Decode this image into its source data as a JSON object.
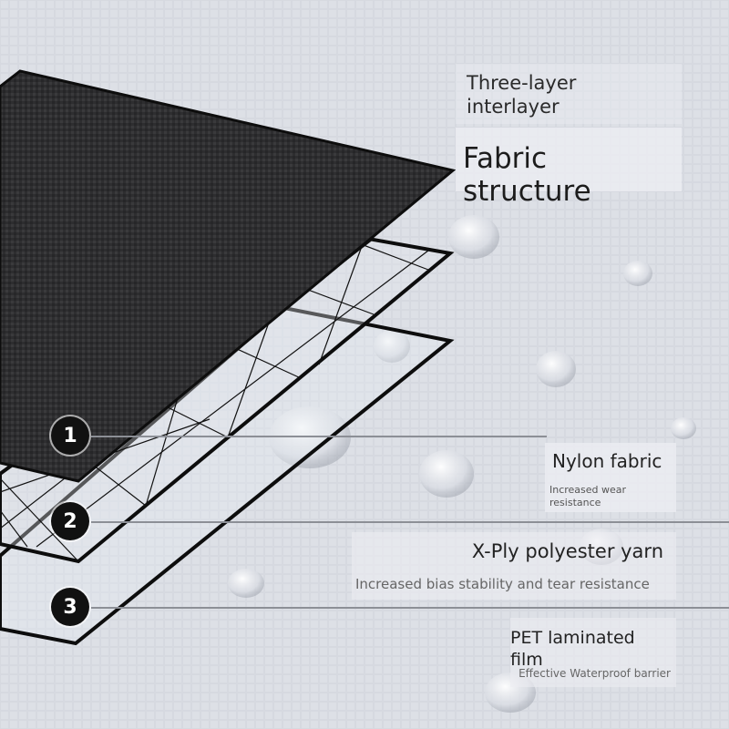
{
  "header": {
    "subtitle": "Three-layer\ninterlayer",
    "title": "Fabric structure"
  },
  "layers": [
    {
      "number": "1",
      "name": "Nylon fabric",
      "description": "Increased wear\nresistance"
    },
    {
      "number": "2",
      "name": "X-Ply polyester yarn",
      "description": "Increased bias stability and tear resistance"
    },
    {
      "number": "3",
      "name": "PET laminated film",
      "description": "Effective Waterproof barrier"
    }
  ],
  "colors": {
    "fabric": "#2b2b2d",
    "outline": "#0d0d0d",
    "badge": "#111111",
    "background": "#d8dbe2"
  }
}
